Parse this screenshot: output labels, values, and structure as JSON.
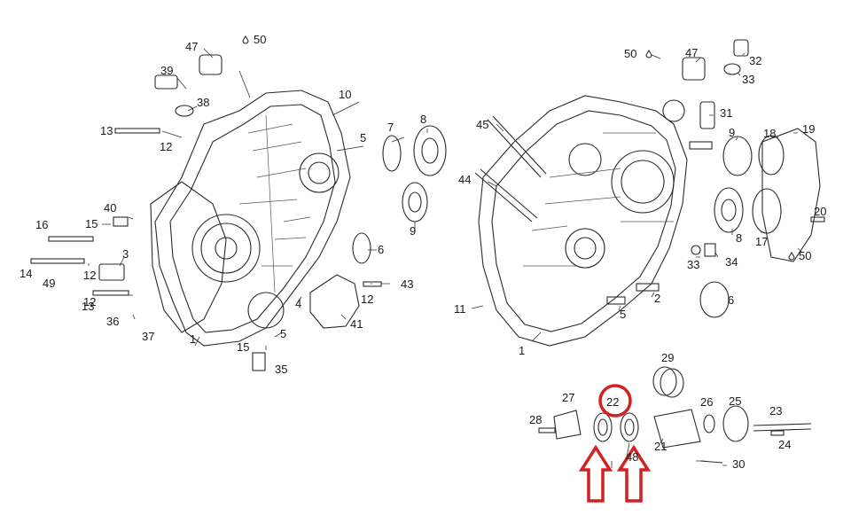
{
  "diagram": {
    "left_labels": [
      "47",
      "50",
      "39",
      "38",
      "13",
      "12",
      "10",
      "5",
      "7",
      "8",
      "9",
      "40",
      "15",
      "16",
      "3",
      "14",
      "12",
      "49",
      "12",
      "13",
      "36",
      "37",
      "1",
      "15",
      "5",
      "35",
      "4",
      "41",
      "12",
      "43",
      "6"
    ],
    "right_labels": [
      "50",
      "47",
      "32",
      "33",
      "31",
      "45",
      "9",
      "18",
      "19",
      "44",
      "20",
      "8",
      "17",
      "50",
      "33",
      "34",
      "11",
      "2",
      "5",
      "6",
      "1"
    ],
    "inset_labels": [
      "29",
      "27",
      "22",
      "26",
      "25",
      "23",
      "28",
      "48",
      "21",
      "24",
      "30"
    ],
    "highlight": {
      "label": "22",
      "color": "#d42020"
    },
    "arrow_color": "#d42020"
  }
}
